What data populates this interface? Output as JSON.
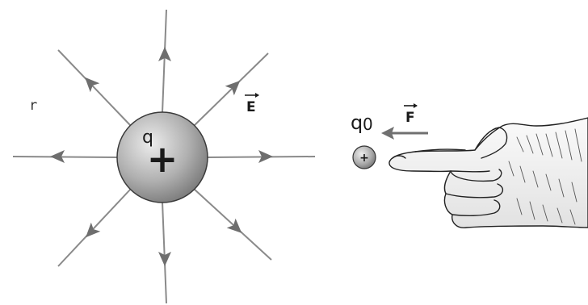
{
  "labels": {
    "stray_mark": "r",
    "field_symbol": "E",
    "source_charge": "q",
    "source_sign": "+",
    "test_charge_base": "q",
    "test_charge_sub": "0",
    "test_charge_sign": "+",
    "force_symbol": "F"
  },
  "colors": {
    "field_line": "#8a8a8a",
    "arrowhead": "#6e6e6e",
    "sphere_light": "#e8e8e8",
    "sphere_dark": "#7a7a7a",
    "force_arrow": "#707070",
    "sketch": "#222222"
  },
  "icons": {
    "hand": "pointing-hand-icon"
  }
}
